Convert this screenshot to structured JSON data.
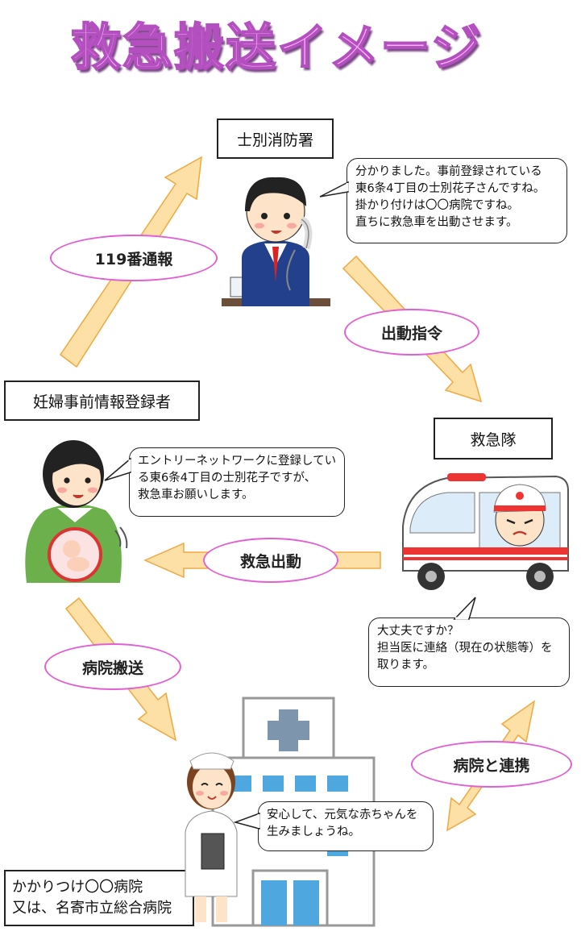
{
  "title": "救急搬送イメージ",
  "boxes": {
    "fire_station": "士別消防署",
    "registrant": "妊婦事前情報登録者",
    "ambulance_team": "救急隊",
    "hospital": [
      "かかりつけ〇〇病院",
      "又は、名寄市立総合病院"
    ]
  },
  "speech": {
    "dispatcher": [
      "分かりました。事前登録されている",
      "東6条4丁目の士別花子さんですね。",
      "掛かり付けは〇〇病院ですね。",
      "直ちに救急車を出動させます。"
    ],
    "mother": [
      "エントリーネットワークに登録してい",
      "る東6条4丁目の士別花子ですが、",
      "救急車お願いします。"
    ],
    "paramedic": [
      "大丈夫ですか？",
      "担当医に連絡（現在の状態等）を",
      "取ります。"
    ],
    "nurse": [
      "安心して、元気な赤ちゃんを",
      "生みましょうね。"
    ]
  },
  "labels": {
    "call_119": "119番通報",
    "dispatch_order": "出動指令",
    "ambulance_dispatch": "救急出動",
    "hospital_transport": "病院搬送",
    "hospital_coop": "病院と連携"
  },
  "colors": {
    "arrow_fill": "#fde0a6",
    "arrow_stroke": "#f0a840",
    "ellipse_border": "#e25fd2",
    "title_fill": "#f7b2f2"
  }
}
